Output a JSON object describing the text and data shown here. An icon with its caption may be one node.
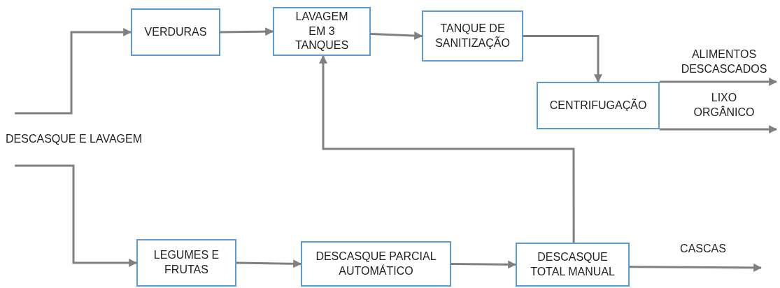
{
  "diagram": {
    "nodes": [
      {
        "text": [
          "DESCASQUE E LAVAGEM"
        ]
      },
      {
        "text": [
          "VERDURAS"
        ]
      },
      {
        "text": [
          "LAVAGEM EM 3 TANQUES"
        ]
      },
      {
        "text": [
          "TANQUE DE SANITIZAÇÃO"
        ]
      },
      {
        "text": [
          "CENTRIFUGAÇÃO"
        ]
      },
      {
        "text": [
          "LEGUMES E FRUTAS"
        ]
      },
      {
        "text": [
          "DESCASQUE PARCIAL AUTOMÁTICO"
        ]
      },
      {
        "text": [
          "DESCASQUE TOTAL MANUAL"
        ]
      }
    ],
    "edges": [
      {
        "from": 0,
        "to": 1,
        "arrow": "to"
      },
      {
        "from": 0,
        "to": 5,
        "arrow": "to"
      },
      {
        "from": 1,
        "to": 2,
        "arrow": "to"
      },
      {
        "from": 2,
        "to": 3,
        "arrow": "to"
      },
      {
        "from": 3,
        "to": 4,
        "arrow": "to"
      },
      {
        "from": 5,
        "to": 6,
        "arrow": "to"
      },
      {
        "from": 6,
        "to": 7,
        "arrow": "to"
      },
      {
        "from": 7,
        "to": 2,
        "arrow": "to"
      },
      {
        "from": 4,
        "to": null,
        "arrow": "to",
        "label": "ALIMENTOS DESCASCADOS"
      },
      {
        "from": 4,
        "to": null,
        "arrow": "to",
        "label": "LIXO ORGÂNICO"
      },
      {
        "from": 7,
        "to": null,
        "arrow": "to",
        "label": "CASCAS"
      }
    ]
  }
}
